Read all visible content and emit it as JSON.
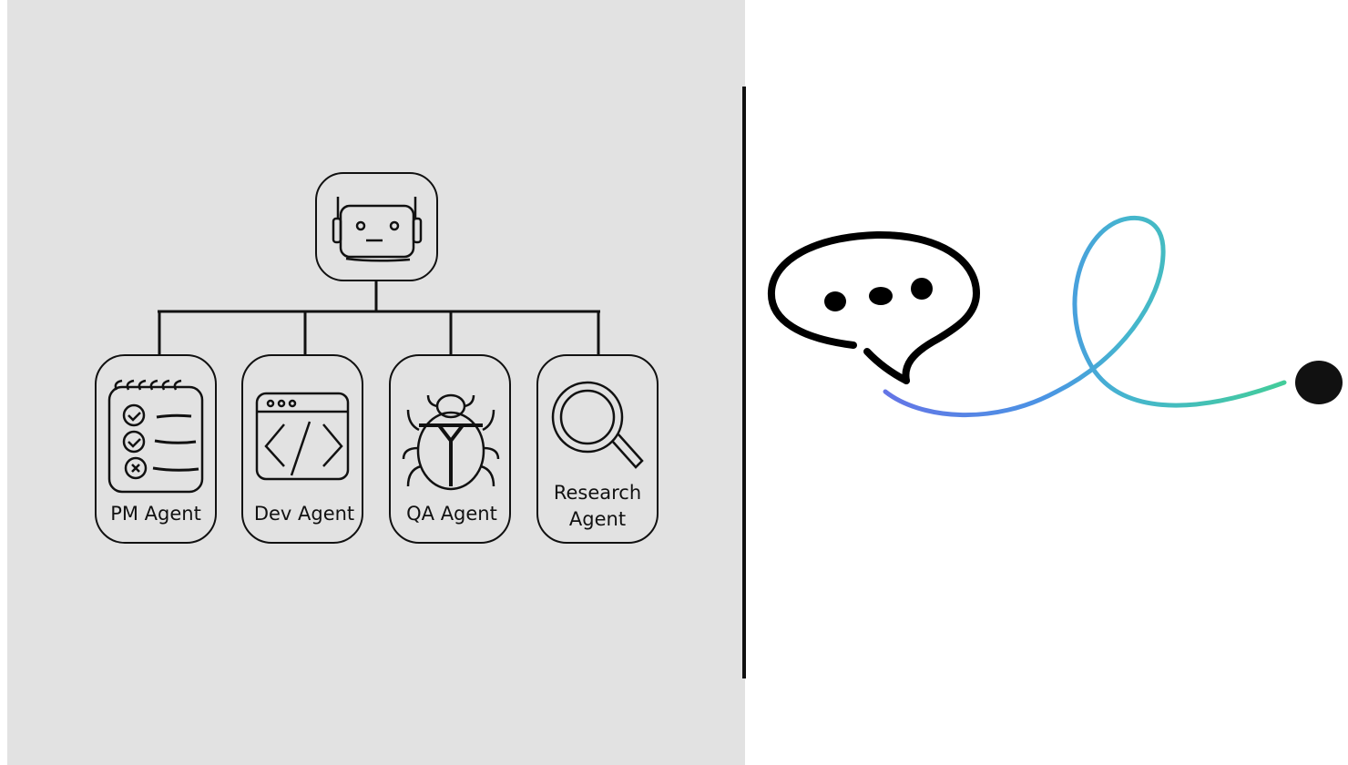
{
  "diagram": {
    "root": {
      "icon": "robot-icon"
    },
    "agents": [
      {
        "label": "PM Agent",
        "icon": "checklist-icon"
      },
      {
        "label": "Dev Agent",
        "icon": "code-window-icon"
      },
      {
        "label": "QA Agent",
        "icon": "bug-icon"
      },
      {
        "label": "Research Agent",
        "icon": "magnifier-icon"
      }
    ]
  },
  "right": {
    "icon": "chat-bubble-icon",
    "path_colors": [
      "#6475e6",
      "#4a94e4",
      "#45b5cf",
      "#43cc9a"
    ]
  }
}
